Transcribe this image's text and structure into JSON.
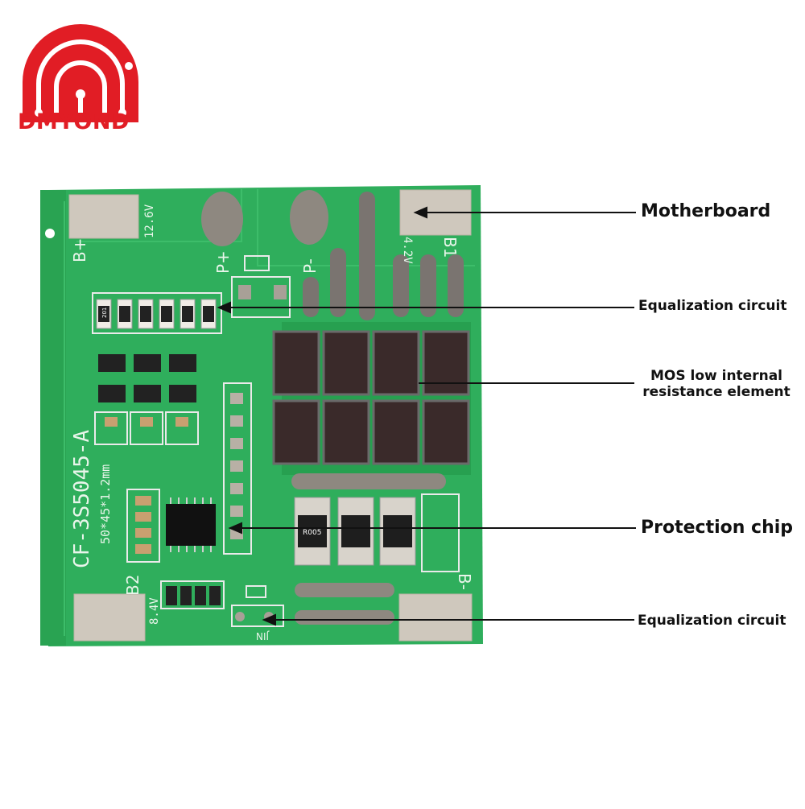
{
  "brand": {
    "logo_text": "DMYOND",
    "color": "#e11d25"
  },
  "board": {
    "model": "CF-3S5045-A",
    "size": "50*45*1.2mm",
    "labels": {
      "b_plus": "B+",
      "v126": "12.6V",
      "p_plus": "P+",
      "p_minus": "P-",
      "b1": "B1",
      "v42": "4.2V",
      "b2": "B2",
      "v84": "8.4V",
      "b_minus": "B-",
      "jin": "JIN",
      "res_code": "201",
      "shunt_code": "R005"
    },
    "colors": {
      "pcb": "#2fae5c",
      "pcb_dark": "#1f8f48",
      "pad": "#cfc8bd",
      "mos": "#3a2a2a"
    }
  },
  "callouts": [
    {
      "id": "motherboard",
      "text": "Motherboard"
    },
    {
      "id": "equalization-top",
      "text": "Equalization circuit"
    },
    {
      "id": "mos",
      "line1": "MOS low internal",
      "line2": "resistance element"
    },
    {
      "id": "protection-chip",
      "text": "Protection chip"
    },
    {
      "id": "equalization-bottom",
      "text": "Equalization circuit"
    }
  ]
}
